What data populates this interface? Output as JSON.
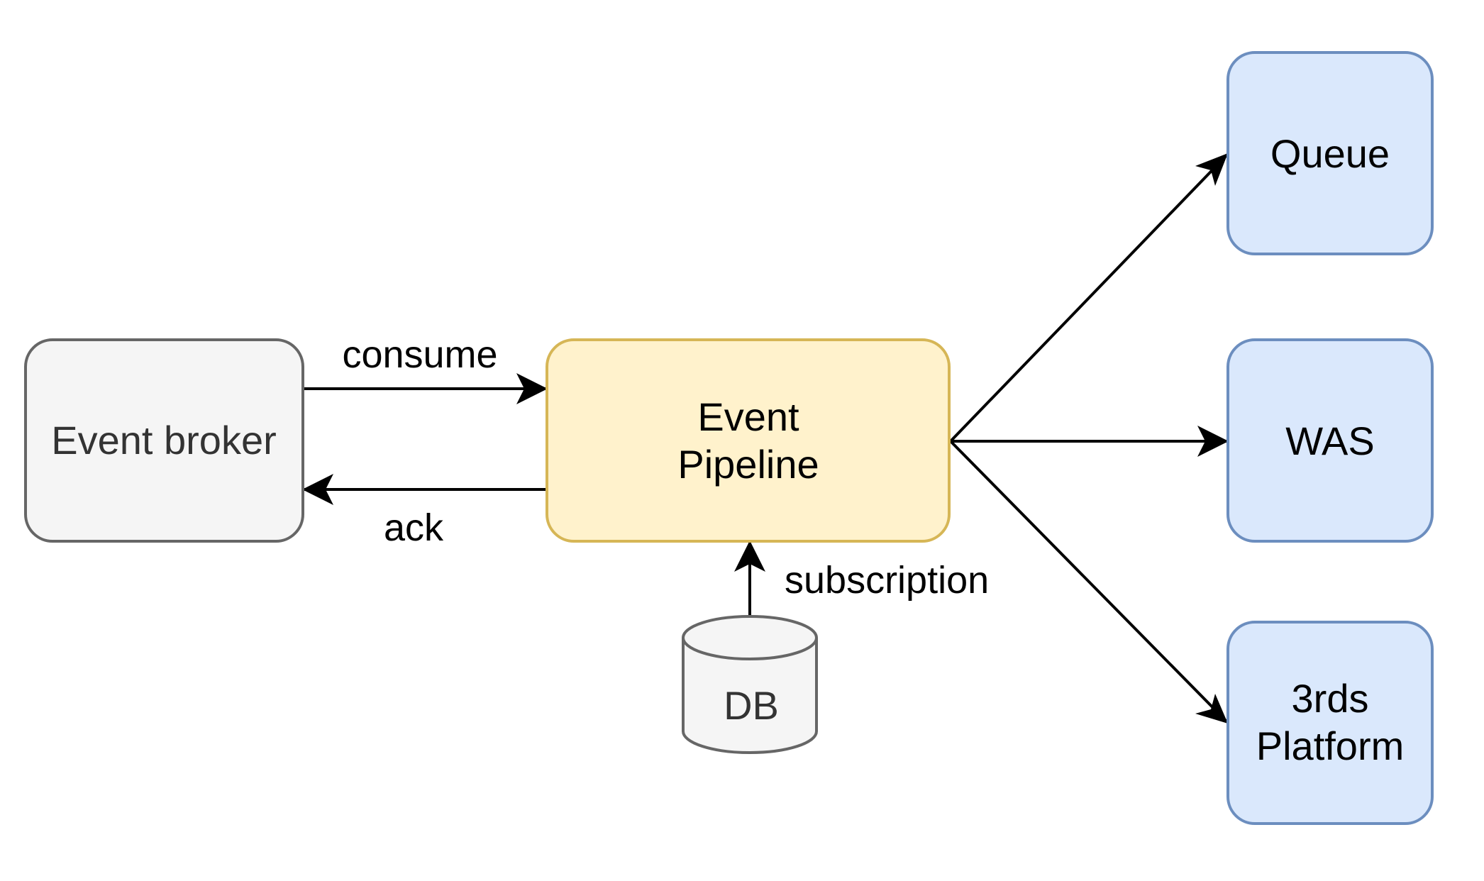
{
  "nodes": {
    "event_broker": {
      "label": "Event broker",
      "fill": "#f5f5f5",
      "stroke": "#666666",
      "text_color": "#333333"
    },
    "event_pipeline": {
      "label_line1": "Event",
      "label_line2": "Pipeline",
      "fill": "#fff2cc",
      "stroke": "#d6b656",
      "text_color": "#000000"
    },
    "db": {
      "label": "DB",
      "fill": "#f5f5f5",
      "stroke": "#666666",
      "text_color": "#333333"
    },
    "queue": {
      "label": "Queue",
      "fill": "#dae8fc",
      "stroke": "#6c8ebf",
      "text_color": "#000000"
    },
    "was": {
      "label": "WAS",
      "fill": "#dae8fc",
      "stroke": "#6c8ebf",
      "text_color": "#000000"
    },
    "third_party": {
      "label_line1": "3rds",
      "label_line2": "Platform",
      "fill": "#dae8fc",
      "stroke": "#6c8ebf",
      "text_color": "#000000"
    }
  },
  "edges": {
    "consume": {
      "label": "consume",
      "from": "Event broker",
      "to": "Event Pipeline"
    },
    "ack": {
      "label": "ack",
      "from": "Event Pipeline",
      "to": "Event broker"
    },
    "subscription": {
      "label": "subscription",
      "from": "DB",
      "to": "Event Pipeline"
    },
    "to_queue": {
      "from": "Event Pipeline",
      "to": "Queue"
    },
    "to_was": {
      "from": "Event Pipeline",
      "to": "WAS"
    },
    "to_third_party": {
      "from": "Event Pipeline",
      "to": "3rds Platform"
    }
  },
  "edge_color": "#000000"
}
